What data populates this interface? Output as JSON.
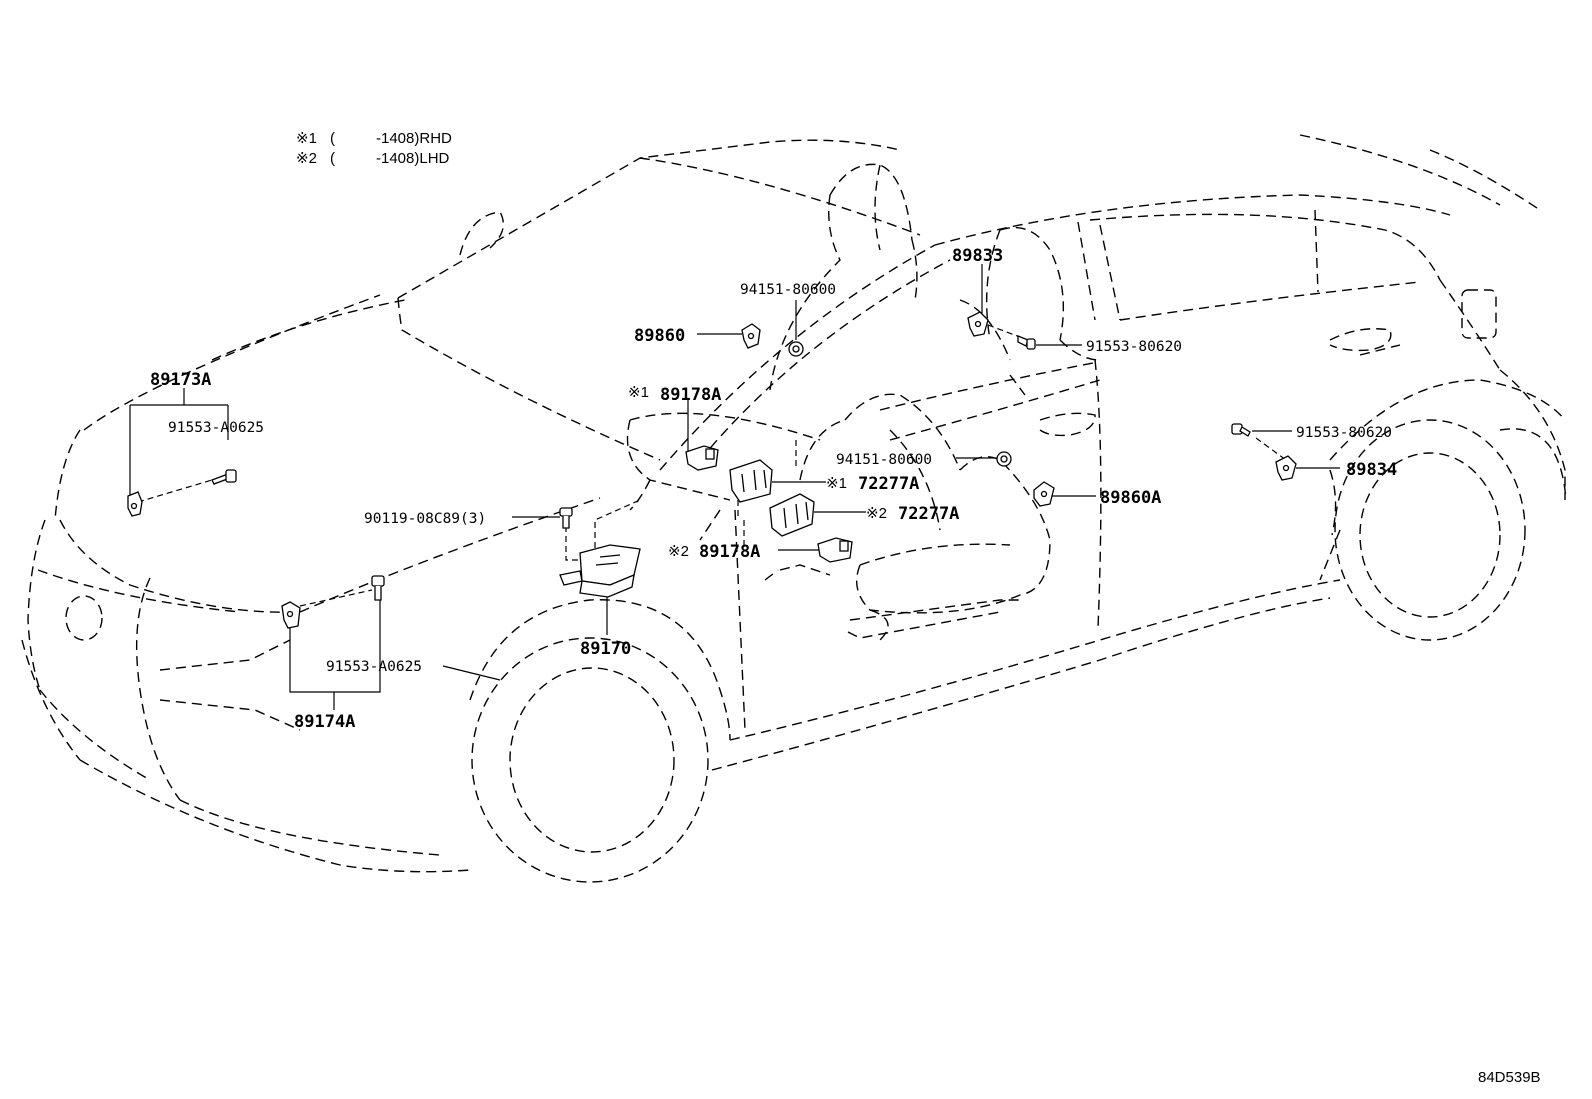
{
  "notes": [
    {
      "mark": "※1",
      "paren": "(",
      "text": "-1408)RHD"
    },
    {
      "mark": "※2",
      "paren": "(",
      "text": "-1408)LHD"
    }
  ],
  "parts": {
    "p89173A": "89173A",
    "p91553A0625_top": "91553-A0625",
    "p90119": "90119-08C89(3)",
    "p91553A0625_low": "91553-A0625",
    "p89174A": "89174A",
    "p89170": "89170",
    "p94151_top": "94151-80600",
    "p89860": "89860",
    "p89178A_1": "89178A",
    "p72277A_1": "72277A",
    "p72277A_2": "72277A",
    "p89178A_2": "89178A",
    "p94151_mid": "94151-80600",
    "p89833": "89833",
    "p91553_80620_a": "91553-80620",
    "p89860A": "89860A",
    "p91553_80620_b": "91553-80620",
    "p89834": "89834"
  },
  "marks": {
    "m1_89178A": "※1",
    "m1_72277A": "※1",
    "m2_72277A": "※2",
    "m2_89178A": "※2"
  },
  "drawing_code": "84D539B",
  "icons": [
    "sensor-icon",
    "bolt-icon",
    "nut-icon",
    "airbag-ecu-icon",
    "bracket-icon"
  ]
}
